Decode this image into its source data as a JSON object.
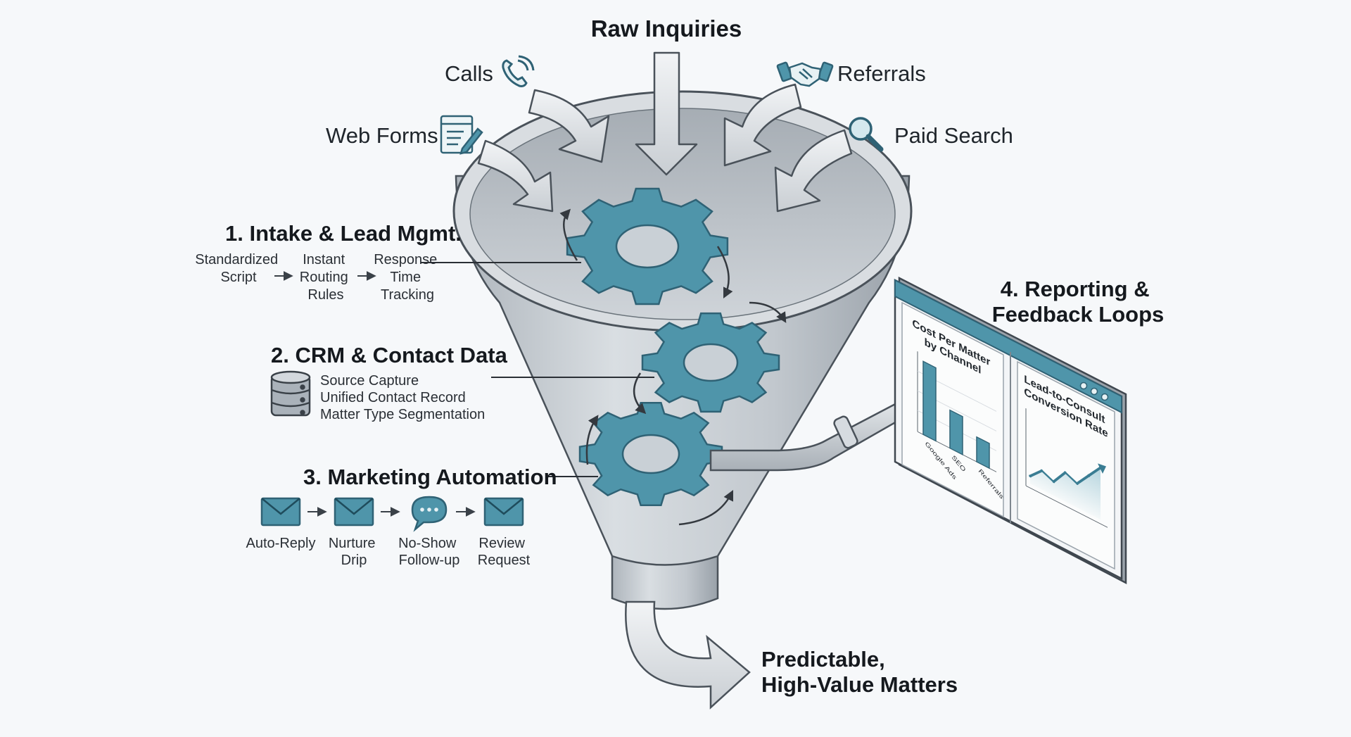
{
  "diagram": {
    "title": "Raw Inquiries",
    "sources": {
      "calls": "Calls",
      "web_forms": "Web Forms",
      "referrals": "Referrals",
      "paid_search": "Paid Search"
    },
    "steps": {
      "intake": {
        "title": "1. Intake & Lead Mgmt.",
        "items": [
          [
            "Standardized",
            "Script"
          ],
          [
            "Instant",
            "Routing",
            "Rules"
          ],
          [
            "Response",
            "Time",
            "Tracking"
          ]
        ]
      },
      "crm": {
        "title": "2. CRM & Contact Data",
        "items": [
          "Source Capture",
          "Unified Contact Record",
          "Matter Type Segmentation"
        ]
      },
      "automation": {
        "title": "3. Marketing Automation",
        "items": [
          {
            "lines": [
              "Auto-Reply"
            ],
            "icon": "envelope-icon"
          },
          {
            "lines": [
              "Nurture",
              "Drip"
            ],
            "icon": "envelope-icon"
          },
          {
            "lines": [
              "No-Show",
              "Follow-up"
            ],
            "icon": "chat-bubble-icon"
          },
          {
            "lines": [
              "Review",
              "Request"
            ],
            "icon": "envelope-icon"
          }
        ]
      },
      "reporting": {
        "title_lines": [
          "4. Reporting &",
          "Feedback Loops"
        ],
        "chart1": {
          "title_lines": [
            "Cost Per Matter",
            "by Channel"
          ],
          "categories": [
            "Google Ads",
            "SEO",
            "Referrals"
          ],
          "values": [
            1.0,
            0.52,
            0.34
          ]
        },
        "chart2": {
          "title_lines": [
            "Lead-to-Consult",
            "Conversion Rate"
          ],
          "points": [
            0.12,
            0.3,
            0.22,
            0.46,
            0.38,
            0.6,
            0.82
          ]
        }
      }
    },
    "output": [
      "Predictable,",
      "High-Value Matters"
    ],
    "colors": {
      "gear": "#4f95aa",
      "gear_dark": "#2f6275",
      "gear_light": "#8cc4d3",
      "funnel": "#c6ccd2",
      "funnel_dark": "#8e969e",
      "outline": "#4a525a",
      "accent": "#3a7d93"
    }
  }
}
